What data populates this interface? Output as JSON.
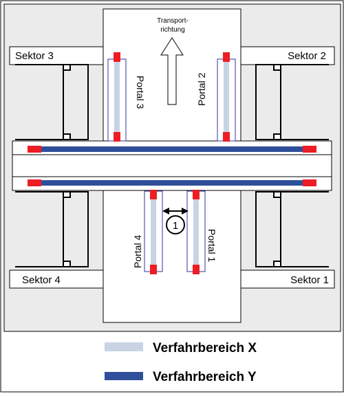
{
  "sectors": {
    "s1": "Sektor 1",
    "s2": "Sektor 2",
    "s3": "Sektor 3",
    "s4": "Sektor 4"
  },
  "portals": {
    "p1": "Portal 1",
    "p2": "Portal 2",
    "p3": "Portal 3",
    "p4": "Portal 4"
  },
  "transport": {
    "line1": "Transport-",
    "line2": "richtung"
  },
  "marker": "1",
  "legend": {
    "x_label": "Verfahrbereich X",
    "y_label": "Verfahrbereich Y"
  },
  "colors": {
    "background": "#ebebeb",
    "range_x": "#c8d4e4",
    "range_y": "#2e4f9a",
    "end_stop": "#ee1c24",
    "portal_frame": "#3232a0",
    "line": "#000000"
  }
}
